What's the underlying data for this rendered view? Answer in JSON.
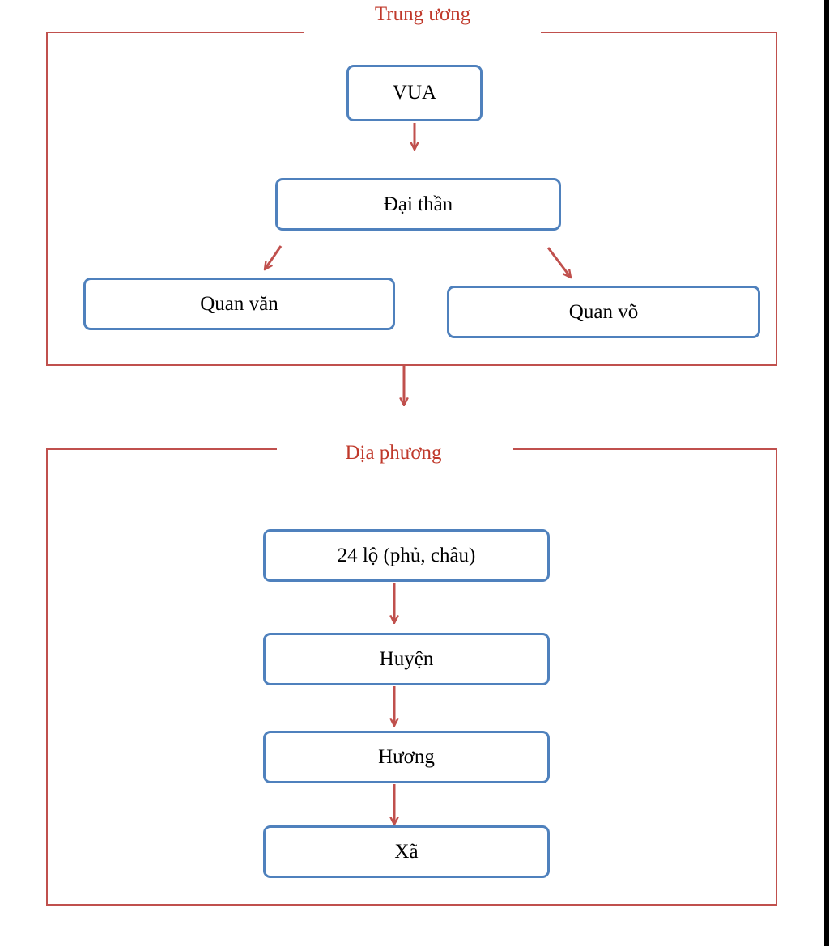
{
  "colors": {
    "group_border": "#c0504d",
    "group_title": "#c0392b",
    "node_border": "#4f81bd",
    "arrow": "#c0504d"
  },
  "central": {
    "title": "Trung ương",
    "king": "VUA",
    "minister": "Đại thần",
    "civil_officials": "Quan văn",
    "military_officials": "Quan võ"
  },
  "local": {
    "title": "Địa phương",
    "levels": [
      "24 lộ (phủ, châu)",
      "Huyện",
      "Hương",
      "Xã"
    ]
  }
}
